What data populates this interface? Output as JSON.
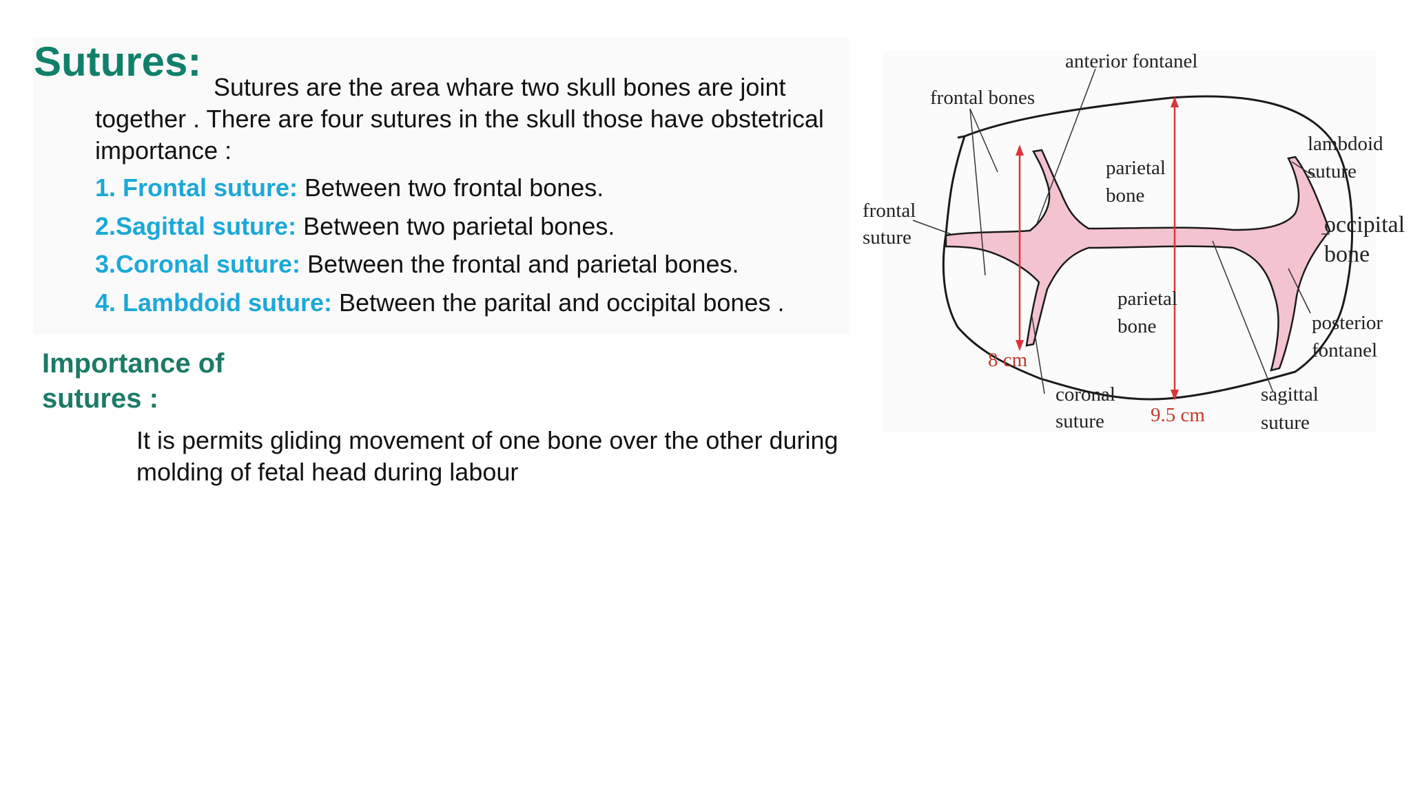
{
  "title": "Sutures:",
  "intro": "Sutures are the area whare two skull bones are joint together .  There are four sutures in the skull those have obstetrical importance :",
  "sutures": [
    {
      "term": "1. Frontal suture:",
      "desc": " Between two frontal bones."
    },
    {
      "term": "2.Sagittal suture:",
      "desc": " Between two parietal bones."
    },
    {
      "term": "3.Coronal suture:",
      "desc": " Between the frontal and parietal bones."
    },
    {
      "term": "4. Lambdoid suture:",
      "desc": " Between the parital and occipital bones ."
    }
  ],
  "importance": {
    "heading": "Importance of sutures :",
    "text": "It is permits gliding movement of one bone over the other during molding of fetal head during labour"
  },
  "diagram": {
    "labels": {
      "anterior_fontanel": "anterior fontanel",
      "frontal_bones": "frontal bones",
      "lambdoid_line1": "lambdoid",
      "lambdoid_line2": "suture",
      "parietal_top_line1": "parietal",
      "parietal_top_line2": "bone",
      "frontal_suture_line1": "frontal",
      "frontal_suture_line2": "suture",
      "occipital_line1": "occipital",
      "occipital_line2": "bone",
      "parietal_bottom_line1": "parietal",
      "parietal_bottom_line2": "bone",
      "posterior_line1": "posterior",
      "posterior_line2": "fontanel",
      "width_measure": "8 cm",
      "coronal_line1": "coronal",
      "coronal_line2": "suture",
      "length_measure": "9.5 cm",
      "sagittal_line1": "sagittal",
      "sagittal_line2": "suture"
    },
    "colors": {
      "suture_fill": "#f4c3d0",
      "measure": "#d9343a",
      "outline": "#1a1a1a"
    }
  }
}
